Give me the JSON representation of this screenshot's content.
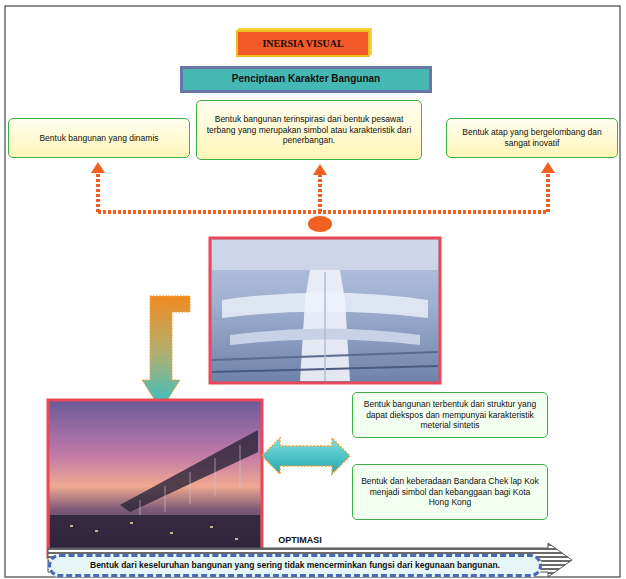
{
  "diagram": {
    "title": "INERSIA VISUAL",
    "nodes": [
      {
        "text": [
          "Penciptaan Karakter Bangunan"
        ]
      },
      {
        "text": [
          "Bentuk bangunan yang dinamis"
        ]
      },
      {
        "text": [
          "Bentuk bangunan terinspirasi dari bentuk pesawat terbang yang merupakan simbol atau karakteristik dari penerbangan."
        ]
      },
      {
        "text": [
          "Bentuk atap yang bergelombang dan sangat inovatif"
        ]
      },
      {
        "text": [
          "Bentuk bangunan terbentuk dari struktur yang dapat diekspos dan mempunyai karakteristik meterial sintetis"
        ]
      },
      {
        "text": [
          "Bentuk dan keberadaan Bandara Chek lap Kok menjadi simbol dan kebanggaan bagi Kota Hong Kong"
        ]
      },
      {
        "text": [
          "Bentuk dari keseluruhan bangunan yang sering tidak mencerminkan fungsi dari kegunaan bangunan."
        ]
      }
    ],
    "labels": [
      "OPTIMASI"
    ]
  }
}
